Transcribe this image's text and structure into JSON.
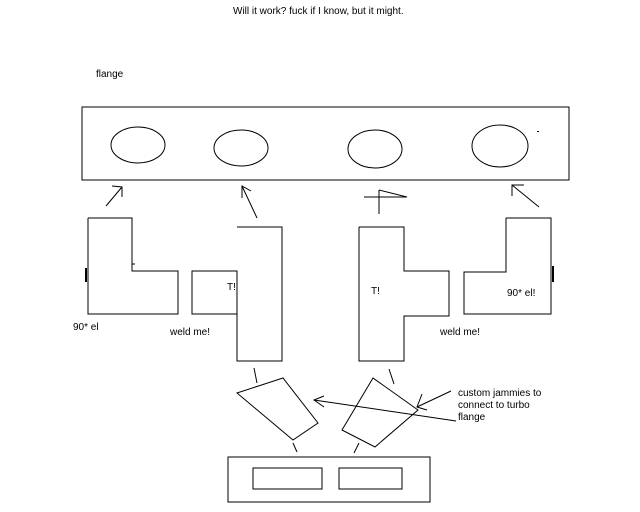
{
  "title": "Will it work?  fuck if I know, but it might.",
  "labels": {
    "flange": "flange",
    "tee_left": "T!",
    "tee_right": "T!",
    "elbow_left": "90* el",
    "elbow_right": "90* el!",
    "weld_left": "weld me!",
    "weld_right": "weld me!",
    "custom_lines": [
      "custom jammies to",
      "connect to turbo",
      "flange"
    ]
  },
  "colors": {
    "stroke": "#000000",
    "background": "#ffffff"
  }
}
